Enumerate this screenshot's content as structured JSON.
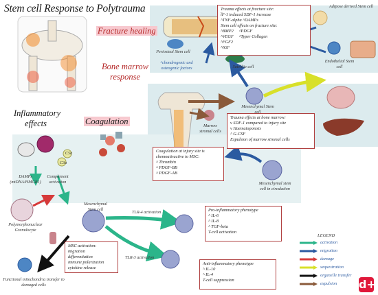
{
  "title": "Stem cell Response to Polytrauma",
  "sections": {
    "fracture_healing": "Fracture healing",
    "bone_marrow_response": "Bone marrow response",
    "inflammatory_effects": "Inflammatory effects",
    "coagulation": "Coagulation"
  },
  "fracture_box": {
    "heading": "Trauma effects at fracture site:",
    "lines": [
      "i̅F-1 induced SDF-1 increase",
      "^TNF-alpha    ^DAMPs"
    ],
    "sub_heading": "Stem cell effects on fracture site:",
    "col1": [
      "^BMP2",
      "^VEGF",
      "^FGF2",
      "^IGF"
    ],
    "col2": [
      "^PDGF",
      "^Typer Collagen"
    ]
  },
  "marrow_box": {
    "heading": "Trauma effects at bone marrow:",
    "lines": [
      "v SDF-1 compared to injury site",
      "v Haematopoiesis",
      "^ G-CSF",
      "Expulsion of marrow stromal cells"
    ]
  },
  "coag_box": {
    "heading": "Coagulation at injury site is chemoattractive to MSC:",
    "lines": [
      "^ Thrombin",
      "^ PDGF-BB",
      "^ PDGF-AB"
    ]
  },
  "pro_box": {
    "heading": "Pro-inflammatory phenotype",
    "lines": [
      "^ IL-6",
      "^ IL-8",
      "^ TGF-beta",
      "T-cell activation"
    ]
  },
  "anti_box": {
    "heading": "Anti-inflammatory phenotype",
    "lines": [
      "^ IL-10",
      "^ IL-4",
      "T-cell suppression"
    ]
  },
  "msc_box": {
    "heading": "MSC activation:",
    "lines": [
      "migration",
      "differentiation",
      "immune polarization",
      "cytokine release"
    ]
  },
  "labels": {
    "adipose": "Adipose derived Stem cell",
    "periosteal": "Periosteal Stem cell",
    "chondro": "^chondrogenic and osteogenic factors",
    "satellite": "Satellite cell",
    "endothelial": "Endothelial Stem cell",
    "mesenchymal_top": "Mesenchymal Stem cell",
    "marrow_stromal": "Marrow stromal cells",
    "msc_circulation": "Mesenchymal stem cell in circulation",
    "damps": "DAMPs (mtDNA/HMGB1)",
    "complement": "Complement activation",
    "c5a": "C5a",
    "c3a": "C3a",
    "polymorph": "Polymorphonuclear Granulocyte",
    "mesenchymal_mid": "Mesenchymal Stem cell",
    "tlr4": "TLR-4 activation",
    "tlr3": "TLR-3 activation",
    "mito": "Functional mitochondria transfer to damaged cells"
  },
  "legend": {
    "title": "LEGEND",
    "items": [
      {
        "label": "activation",
        "color": "#2bb58a"
      },
      {
        "label": "migration",
        "color": "#2b5aa0"
      },
      {
        "label": "damage",
        "color": "#d63a3a"
      },
      {
        "label": "sequestration",
        "color": "#d8e02a"
      },
      {
        "label": "organelle transfer",
        "color": "#111111"
      },
      {
        "label": "expulsion",
        "color": "#8a5a3a"
      }
    ]
  },
  "colors": {
    "panel": "#dcebee",
    "accent_red": "#b04040",
    "highlight": "#f7c9cf"
  },
  "watermark": "d+"
}
